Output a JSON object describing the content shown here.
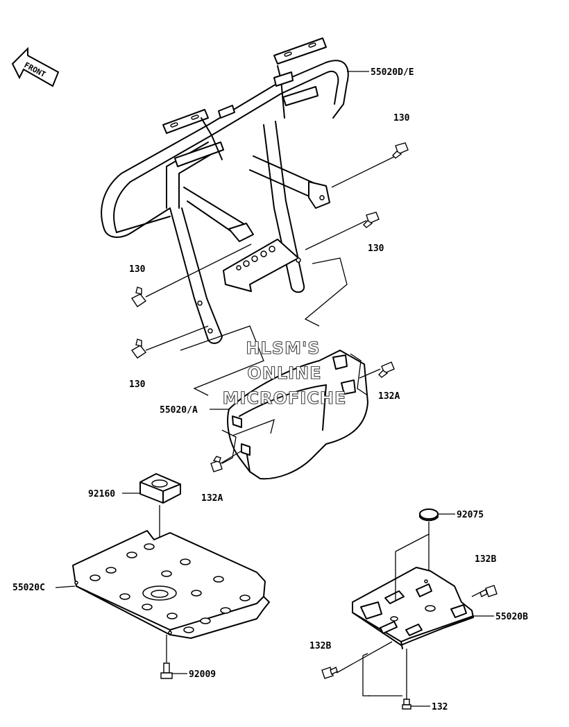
{
  "front_indicator": {
    "label": "FRONT"
  },
  "watermark": {
    "line1": "HLSM'S",
    "line2": "ONLINE",
    "line3": "MICROFICHE"
  },
  "callouts": {
    "guard_front": "55020D/E",
    "bolt_a": "130",
    "bolt_b": "130",
    "bolt_c": "130",
    "bolt_d": "130",
    "guard_lower": "55020/A",
    "bolt_e": "132A",
    "bolt_f": "132A",
    "cushion": "92160",
    "plate_left": "55020C",
    "screw_left": "92009",
    "cap": "92075",
    "bolt_g": "132B",
    "plate_right": "55020B",
    "bolt_h": "132B",
    "bolt_i": "132"
  }
}
